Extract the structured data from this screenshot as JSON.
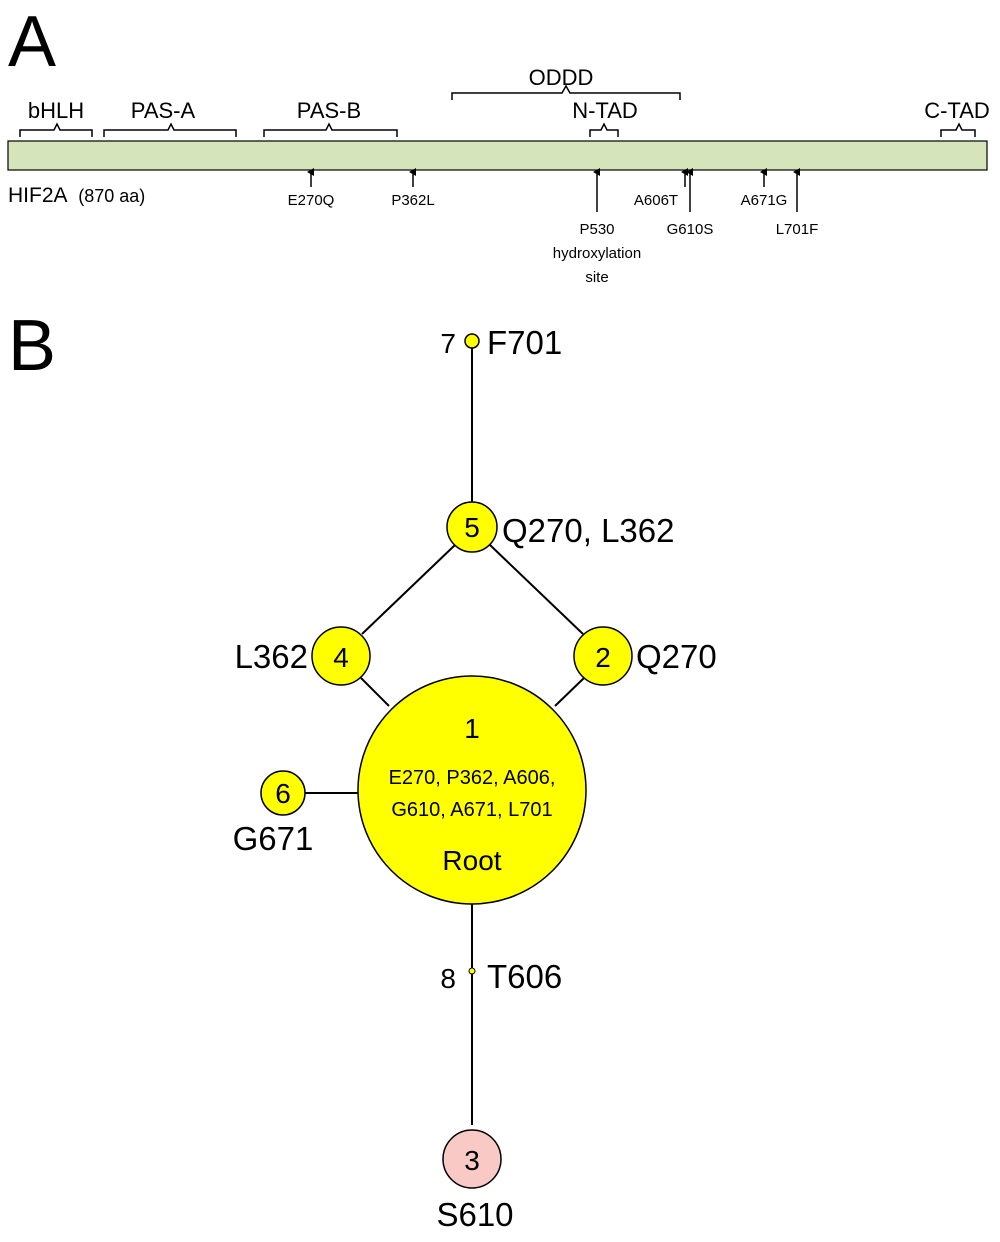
{
  "panels": {
    "a": "A",
    "b": "B"
  },
  "protein": {
    "name": "HIF2A",
    "length": "(870 aa)",
    "bar_color": "#d6e4bc",
    "domains": {
      "bhlh": "bHLH",
      "pas_a": "PAS-A",
      "pas_b": "PAS-B",
      "oddd": "ODDD",
      "n_tad": "N-TAD",
      "c_tad": "C-TAD"
    },
    "mutations": {
      "e270q": "E270Q",
      "p362l": "P362L",
      "p530": "P530",
      "p530_note_1": "hydroxylation",
      "p530_note_2": "site",
      "a606t": "A606T",
      "g610s": "G610S",
      "a671g": "A671G",
      "l701f": "L701F"
    }
  },
  "network": {
    "colors": {
      "yellow": "#ffff00",
      "pink": "#f9c9c5"
    },
    "nodes": {
      "n1": {
        "number": "1",
        "line1": "E270, P362, A606,",
        "line2": "G610, A671, L701",
        "root": "Root"
      },
      "n2": {
        "number": "2",
        "label": "Q270"
      },
      "n3": {
        "number": "3",
        "label": "S610"
      },
      "n4": {
        "number": "4",
        "label": "L362"
      },
      "n5": {
        "number": "5",
        "label": "Q270, L362"
      },
      "n6": {
        "number": "6",
        "label": "G671"
      },
      "n7": {
        "number": "7",
        "label": "F701"
      },
      "n8": {
        "number": "8",
        "label": "T606"
      }
    }
  }
}
